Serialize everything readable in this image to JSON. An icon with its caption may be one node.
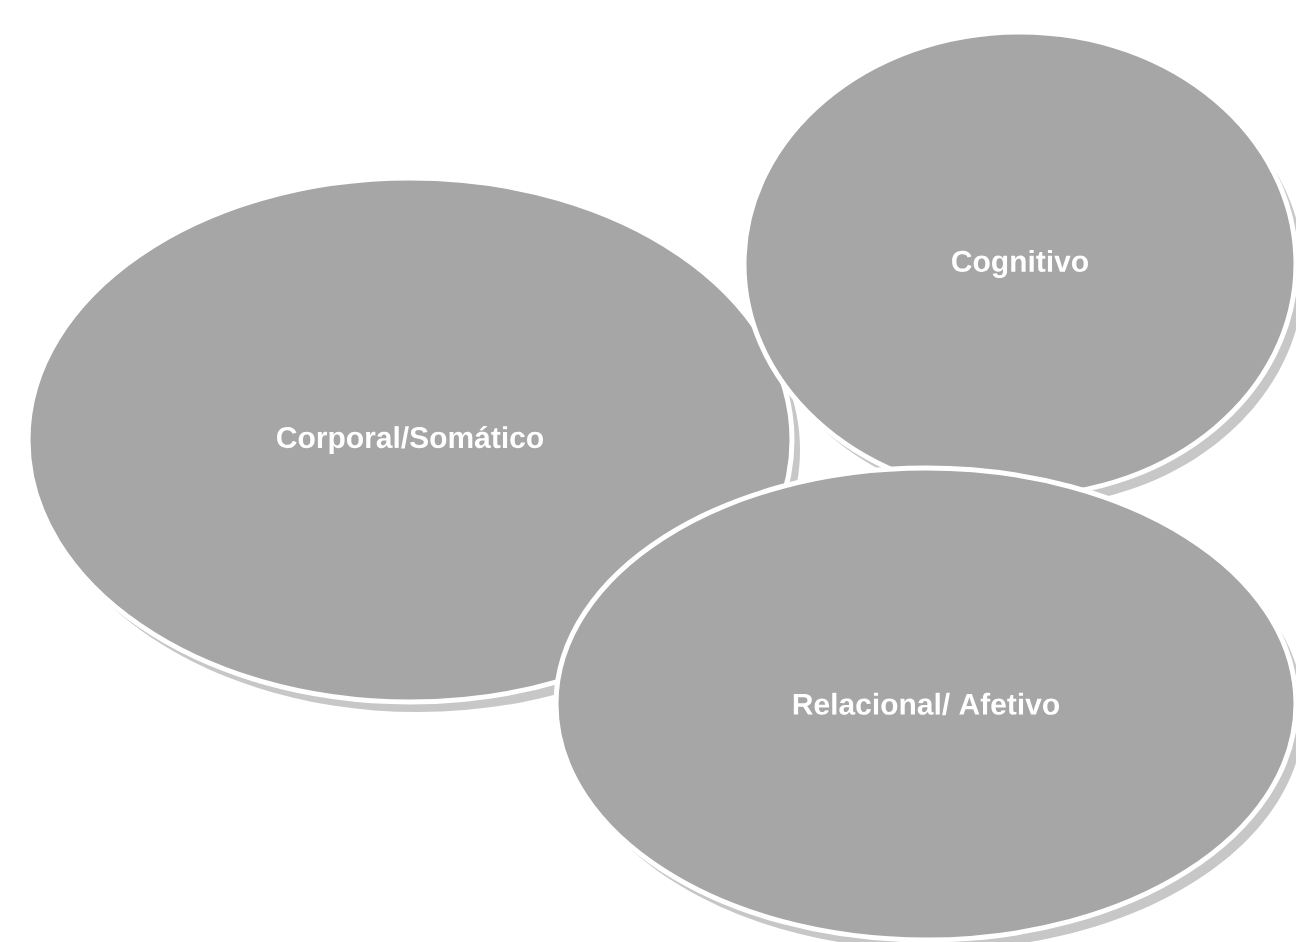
{
  "diagram": {
    "nodes": [
      {
        "text": [
          "Corporal/Somático"
        ]
      },
      {
        "text": [
          "Cognitivo"
        ]
      },
      {
        "text": [
          "Relacional/ Afetivo"
        ]
      }
    ]
  }
}
